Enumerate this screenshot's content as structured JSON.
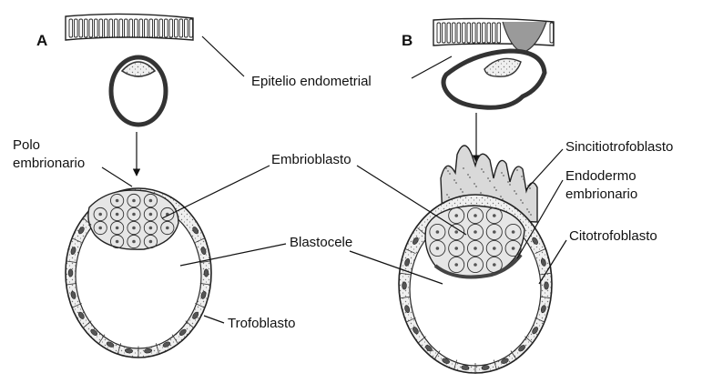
{
  "figure": {
    "panels": [
      "A",
      "B"
    ],
    "labels": {
      "epitelio": "Epitelio endometrial",
      "polo_line1": "Polo",
      "polo_line2": "embrionario",
      "embrioblasto": "Embrioblasto",
      "blastocele": "Blastocele",
      "trofoblasto": "Trofoblasto",
      "sincitiotrofoblasto": "Sincitiotrofoblasto",
      "endodermo_line1": "Endodermo",
      "endodermo_line2": "embrionario",
      "citotrofoblasto": "Citotrofoblasto"
    }
  }
}
